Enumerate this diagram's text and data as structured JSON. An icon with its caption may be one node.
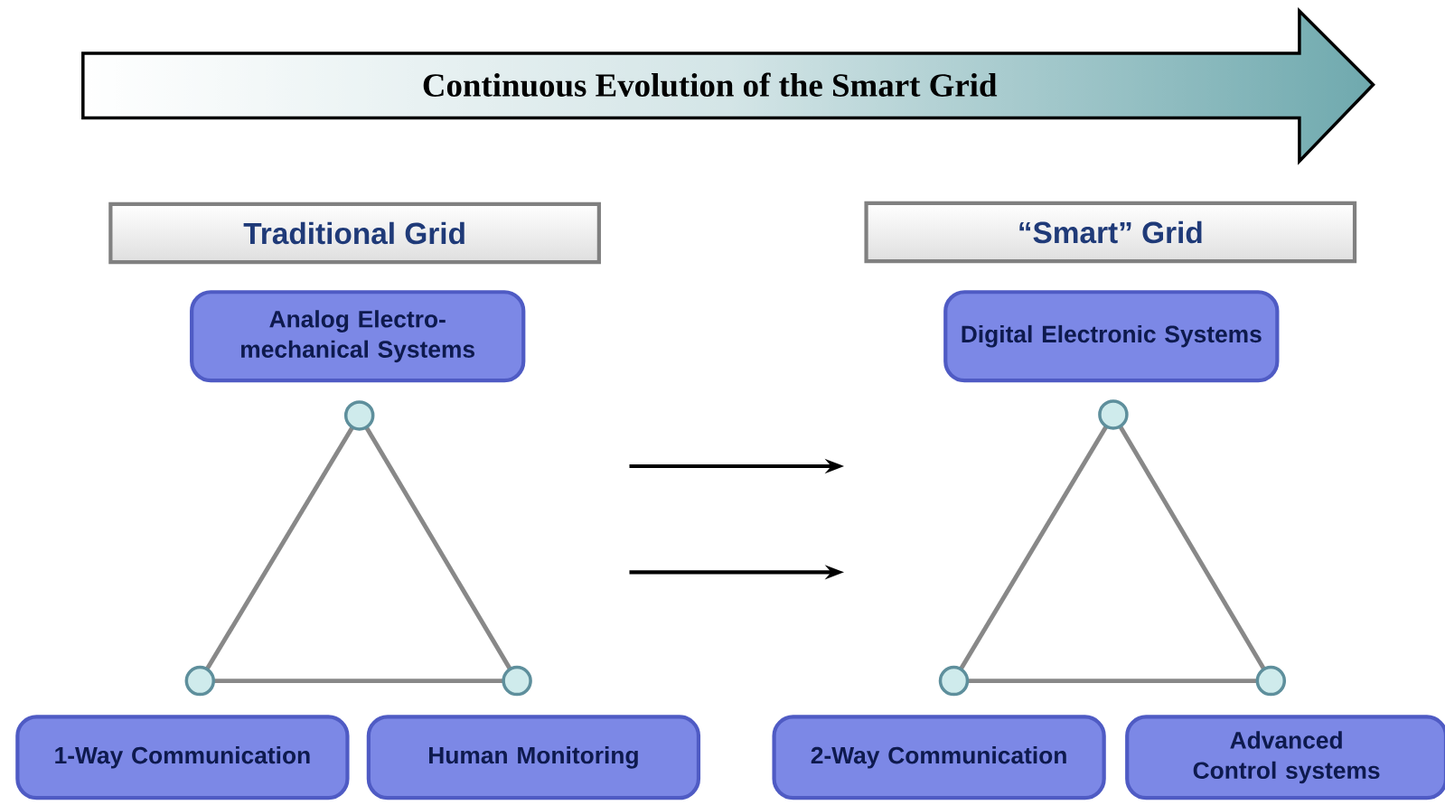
{
  "diagram": {
    "nodes": [
      {
        "text": [
          "Continuous Evolution of the Smart Grid"
        ]
      },
      {
        "text": [
          "Traditional Grid"
        ]
      },
      {
        "text": [
          "“Smart” Grid"
        ]
      },
      {
        "text": [
          "Analog Electro-mechanical Systems"
        ]
      },
      {
        "text": [
          "Digital Electronic Systems"
        ]
      },
      {
        "text": [],
        "shape": "circle"
      },
      {
        "text": [],
        "shape": "circle"
      },
      {
        "text": [],
        "shape": "circle"
      },
      {
        "text": [],
        "shape": "circle"
      },
      {
        "text": [],
        "shape": "circle"
      },
      {
        "text": [],
        "shape": "circle"
      },
      {
        "text": [
          "1-Way Communication"
        ]
      },
      {
        "text": [
          "Human Monitoring"
        ]
      },
      {
        "text": [
          "2-Way Communication"
        ]
      },
      {
        "text": [
          "Advanced Control systems"
        ]
      }
    ],
    "edges": [
      {
        "from": 5,
        "to": 6,
        "arrow": "none"
      },
      {
        "from": 5,
        "to": 7,
        "arrow": "none"
      },
      {
        "from": 6,
        "to": 7,
        "arrow": "none"
      },
      {
        "from": 8,
        "to": 9,
        "arrow": "none"
      },
      {
        "from": 8,
        "to": 10,
        "arrow": "none"
      },
      {
        "from": 9,
        "to": 10,
        "arrow": "none"
      }
    ]
  }
}
